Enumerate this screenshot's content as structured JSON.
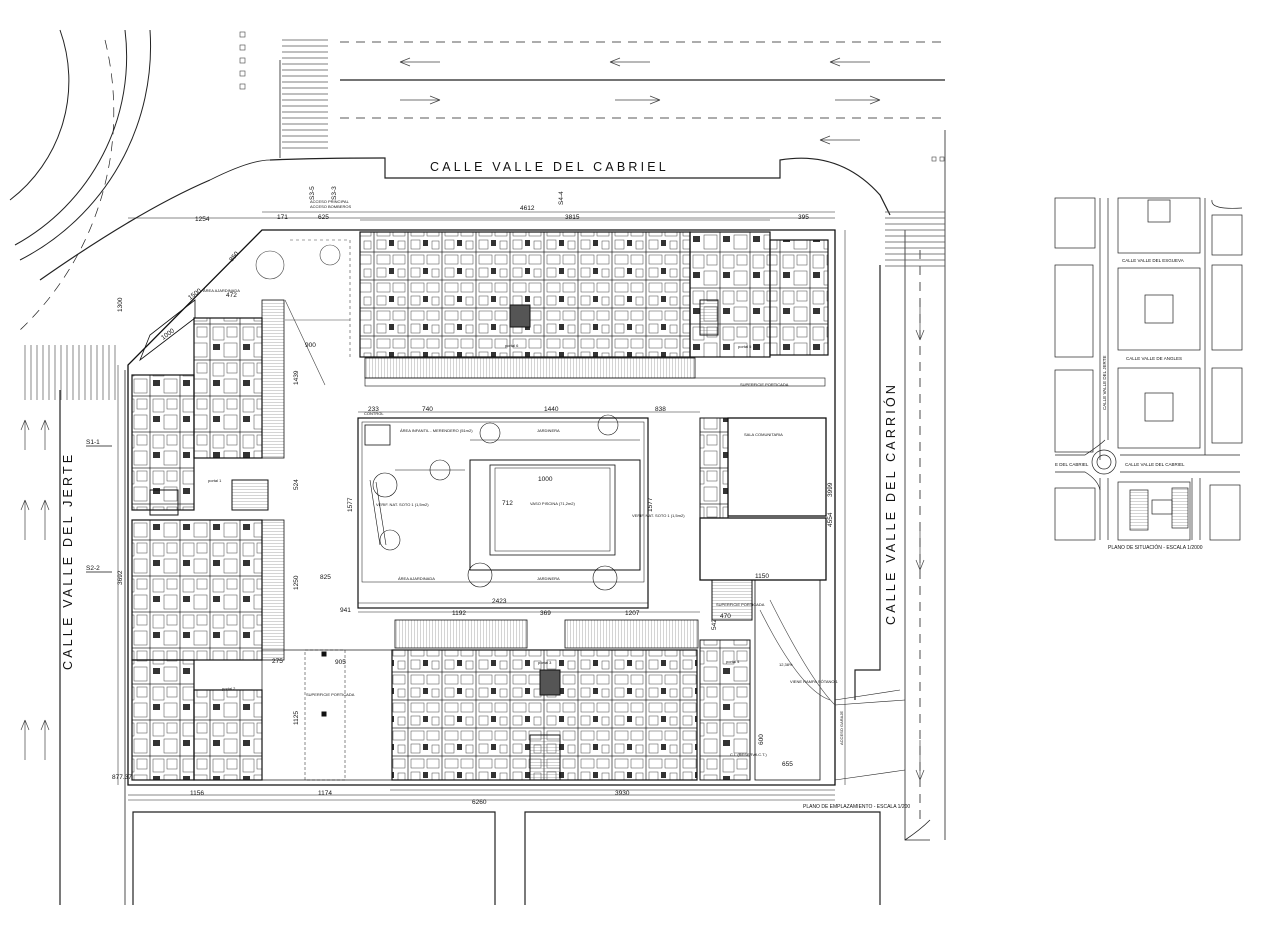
{
  "streets": {
    "north": "CALLE VALLE DEL CABRIEL",
    "east": "CALLE VALLE DEL CARRIÓN",
    "west": "CALLE VALLE DEL JERTE"
  },
  "captions": {
    "site_plan": "PLANO DE EMPLAZAMIENTO - ESCALA 1/200",
    "location_plan": "PLANO DE SITUACIÓN - ESCALA 1/2000"
  },
  "section_marks": {
    "s1_1": "S1-1",
    "s2_2": "S2-2",
    "s3_3": "S3-3",
    "s3_5": "S3-5",
    "s4_4": "S4-4"
  },
  "access": {
    "main_access": "ACCESO PRINCIPAL",
    "fire_access": "ACCESO BOMBEROS",
    "garage_access": "ACCESO GARAJE"
  },
  "portals": {
    "p1": "portal 1",
    "p2": "portal 2",
    "p3": "portal 3",
    "p4": "portal 4",
    "p5": "portal 5",
    "p6": "portal 6"
  },
  "areas": {
    "landscaped_1": "ÁREA AJARDINADA",
    "landscaped_2": "ÁREA AJARDINADA",
    "play_area": "ÁREA INFANTIL - MERENDERO (51m2)",
    "planter_1": "JARDINERA",
    "planter_2": "JARDINERA",
    "pool": "VASO PISCINA (71,2m2)",
    "pool_deck_1": "VERIF. NAT. SOTO 1 (1,5m2)",
    "pool_deck_2": "VERIF. NAT. SOTO 1 (1,5m2)",
    "porticoed_1": "SUPERFICIE PORTICADA",
    "porticoed_2": "SUPERFICIE PORTICADA",
    "porticoed_3": "SUPERFICIE PORTICADA",
    "community_room": "SALA COMUNITARIA",
    "control": "CONTROL",
    "reserve": "C.I. (RESERVA C.T.)",
    "ramp_note": "VIENE RAMPA SÓTANO 1",
    "ramp_slope": "12,38%"
  },
  "dimensions": {
    "top_total": "4612",
    "top_main": "3815",
    "top_a": "171",
    "top_b": "625",
    "top_c": "395",
    "corner_left": "1254",
    "bottom_total": "6260",
    "bottom_right": "3930",
    "bottom_a": "1156",
    "bottom_b": "1174",
    "court_a": "233",
    "court_b": "740",
    "court_c": "1440",
    "court_d": "838",
    "court_width": "2423",
    "pool_width": "1000",
    "pool_depth": "712",
    "court_height": "1577",
    "court_height_2": "1577",
    "south_a": "941",
    "south_b": "1192",
    "south_c": "369",
    "south_d": "1207",
    "east_a": "1150",
    "east_b": "470",
    "east_c": "542",
    "east_d": "655",
    "east_e": "600",
    "east_f": "4554",
    "east_g": "3999",
    "west_a": "1439",
    "west_b": "3692",
    "west_c": "1250",
    "west_d": "1125",
    "west_e": "900",
    "mid_a": "825",
    "mid_b": "905",
    "mid_c": "275",
    "mid_d": "524",
    "diag_a": "1500",
    "diag_b": "1000",
    "diag_c": "472",
    "diag_d": "1300",
    "diag_e": "850",
    "level": "877.37"
  },
  "location_map": {
    "street_1": "CALLE VALLE DEL ESGUEVA",
    "street_2": "CALLE VALLE DE ANGLES",
    "street_3": "CALLE VALLE DEL CABRIEL",
    "street_4": "CALLE VALLE DEL JERTE",
    "street_5": "E DEL CABRIEL"
  }
}
